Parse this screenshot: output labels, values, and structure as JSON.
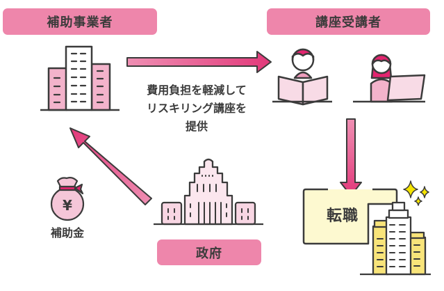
{
  "roles": {
    "subsidized_business": "補助事業者",
    "course_participants": "講座受講者",
    "government": "政府"
  },
  "flows": {
    "business_to_participants": [
      "費用負担を軽減して",
      "リスキリング講座を",
      "提供"
    ],
    "government_to_business": "補助金",
    "participants_outcome": "転職"
  },
  "colors": {
    "label_pink": "#ee86ab",
    "arrow_pink": "#e4417f",
    "light_pink": "#f6c9da",
    "outcome_yellow": "#fdf9d0",
    "building_yellow": "#f8e47a",
    "sparkle_yellow": "#f5e400",
    "outline": "#3b3b3b"
  }
}
